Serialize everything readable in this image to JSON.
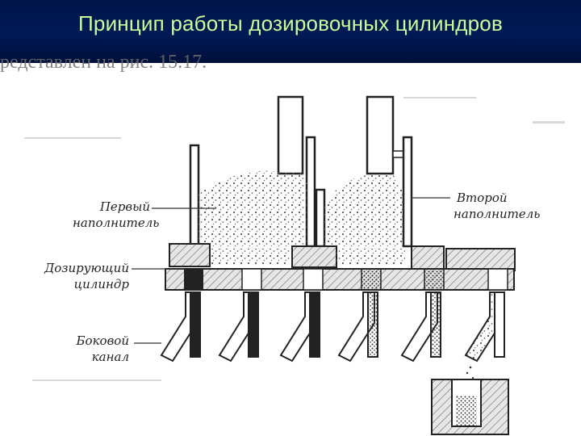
{
  "slide": {
    "title": "Принцип работы дозировочных цилиндров",
    "ghost_text": "редставлен на рис. 15.17."
  },
  "diagram": {
    "labels": {
      "first_filler_line1": "Первый",
      "first_filler_line2": "наполнитель",
      "second_filler_line1": "Второй",
      "second_filler_line2": "наполнитель",
      "dosing_cylinder_line1": "Дозирующий",
      "dosing_cylinder_line2": "цилиндр",
      "side_channel_line1": "Боковой",
      "side_channel_line2": "канал"
    },
    "colors": {
      "title_bar": "#001a55",
      "title_text": "#c8ff9a",
      "ink": "#2a2a2a"
    }
  }
}
